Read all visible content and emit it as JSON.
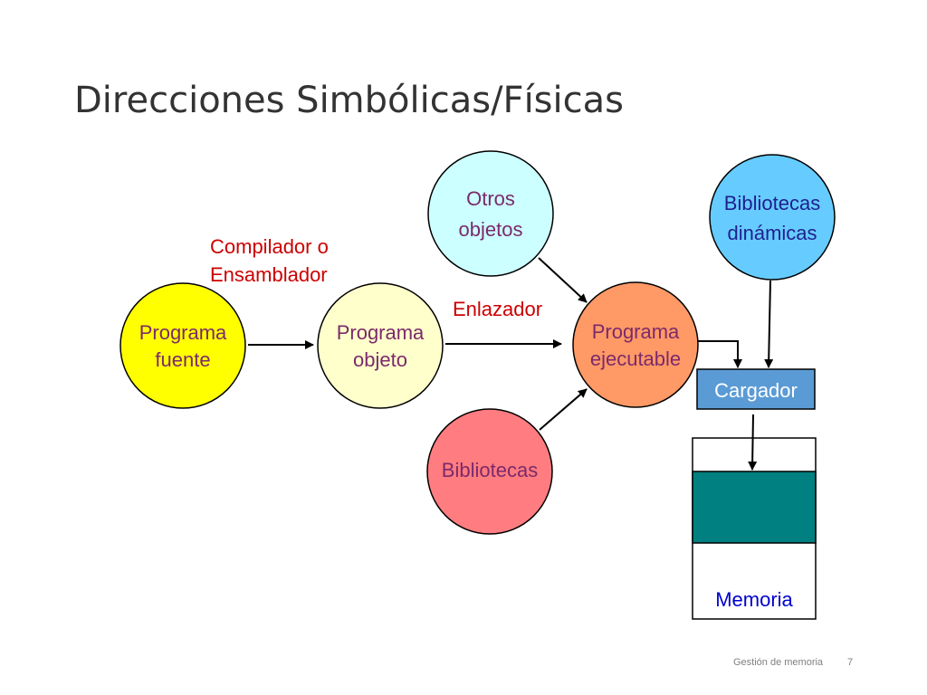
{
  "slide": {
    "title": "Direcciones Simbólicas/Físicas",
    "footer_text": "Gestión de memoria",
    "page_number": "7"
  },
  "nodes": {
    "programa_fuente": {
      "line1": "Programa",
      "line2": "fuente",
      "fill": "#ffff00",
      "text_color": "#7b2a6b"
    },
    "programa_objeto": {
      "line1": "Programa",
      "line2": "objeto",
      "fill": "#ffffcc",
      "text_color": "#7b2a6b"
    },
    "otros_objetos": {
      "line1": "Otros",
      "line2": "objetos",
      "fill": "#ccffff",
      "text_color": "#7b2a6b"
    },
    "bibliotecas": {
      "label": "Bibliotecas",
      "fill": "#ff7c80",
      "text_color": "#7b2a6b"
    },
    "programa_ejecutable": {
      "line1": "Programa",
      "line2": "ejecutable",
      "fill": "#ff9966",
      "text_color": "#7b2a6b"
    },
    "bibliotecas_dinamicas": {
      "line1": "Bibliotecas",
      "line2": "dinámicas",
      "fill": "#66ccff",
      "text_color": "#1f1f8f"
    },
    "cargador": {
      "label": "Cargador",
      "fill": "#5b9bd5",
      "text_color": "#ffffff"
    },
    "memoria": {
      "label": "Memoria",
      "block_fill": "#008080",
      "text_color": "#0000cc"
    }
  },
  "edge_labels": {
    "compilador_line1": "Compilador o",
    "compilador_line2": "Ensamblador",
    "enlazador": "Enlazador",
    "color": "#cc0000"
  }
}
